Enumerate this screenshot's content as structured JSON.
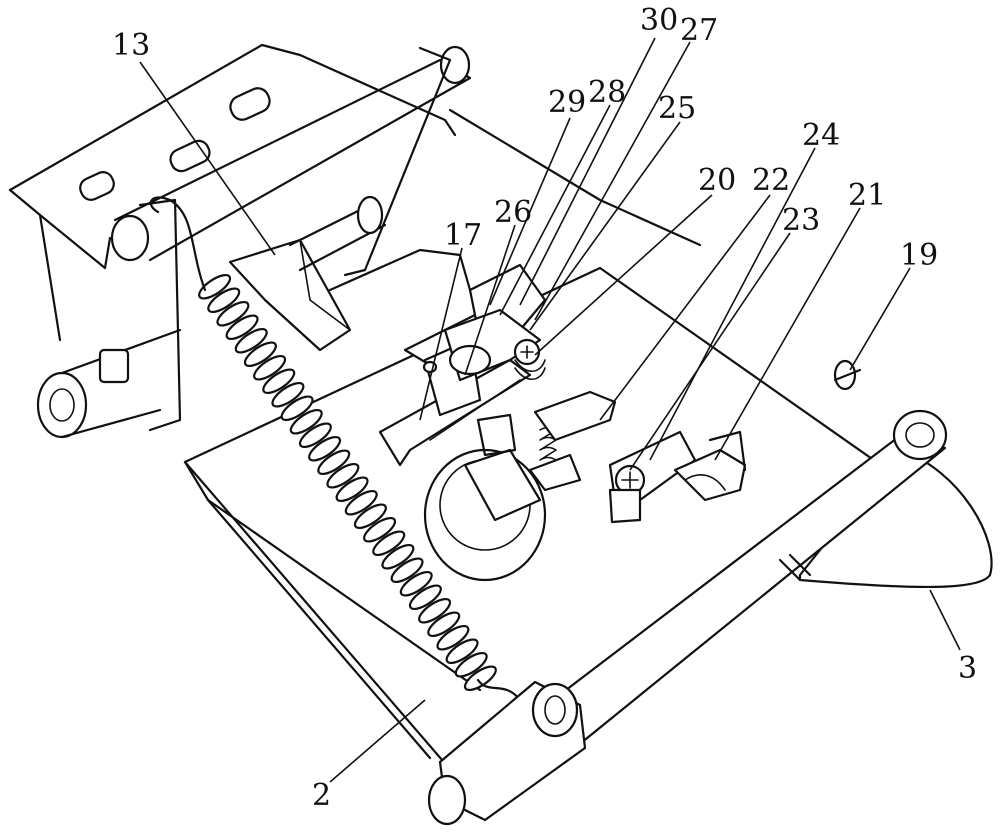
{
  "labels": {
    "l13": "13",
    "l30": "30",
    "l27": "27",
    "l29": "29",
    "l28": "28",
    "l25": "25",
    "l24": "24",
    "l20": "20",
    "l22": "22",
    "l26": "26",
    "l17": "17",
    "l23": "23",
    "l21": "21",
    "l19": "19",
    "l3": "3",
    "l2": "2"
  }
}
